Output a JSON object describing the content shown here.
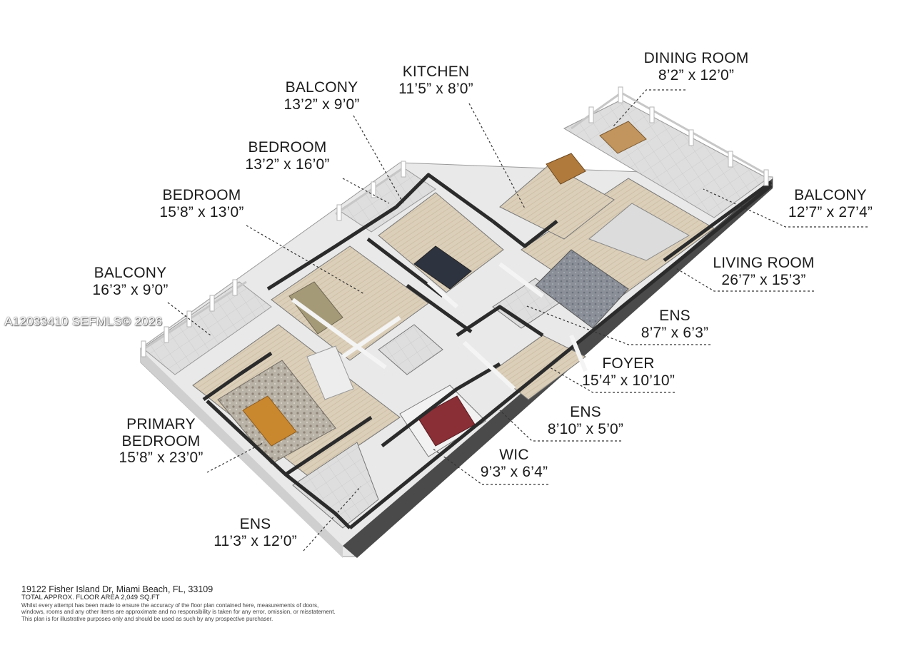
{
  "rooms": [
    {
      "id": "dining",
      "name": "DINING ROOM",
      "dims": "8’2” x 12’0”"
    },
    {
      "id": "kitchen",
      "name": "KITCHEN",
      "dims": "11’5” x 8’0”"
    },
    {
      "id": "balcony_top",
      "name": "BALCONY",
      "dims": "13’2” x 9’0”"
    },
    {
      "id": "bedroom_a",
      "name": "BEDROOM",
      "dims": "13’2” x 16’0”"
    },
    {
      "id": "bedroom_b",
      "name": "BEDROOM",
      "dims": "15’8” x 13’0”"
    },
    {
      "id": "balcony_right",
      "name": "BALCONY",
      "dims": "12’7” x 27’4”"
    },
    {
      "id": "living",
      "name": "LIVING ROOM",
      "dims": "26’7” x 15’3”"
    },
    {
      "id": "balcony_left",
      "name": "BALCONY",
      "dims": "16’3” x 9’0”"
    },
    {
      "id": "ens_a",
      "name": "ENS",
      "dims": "8’7” x 6’3”"
    },
    {
      "id": "foyer",
      "name": "FOYER",
      "dims": "15’4” x 10’10”"
    },
    {
      "id": "ens_b",
      "name": "ENS",
      "dims": "8’10” x 5’0”"
    },
    {
      "id": "primary",
      "name": "PRIMARY BEDROOM",
      "dims": "15’8” x 23’0”"
    },
    {
      "id": "wic",
      "name": "WIC",
      "dims": "9’3” x 6’4”"
    },
    {
      "id": "ens_c",
      "name": "ENS",
      "dims": "11’3” x 12’0”"
    }
  ],
  "primary_name_line1": "PRIMARY",
  "primary_name_line2": "BEDROOM",
  "watermark": "A12033410  SEFMLS© 2026",
  "footer": {
    "address": "19122 Fisher Island Dr, Miami Beach, FL, 33109",
    "area": "TOTAL APPROX. FLOOR AREA 2,049 SQ.FT",
    "disclaimer_1": "Whilst every attempt has been made to ensure the accuracy of the floor plan contained here, measurements of doors,",
    "disclaimer_2": "windows, rooms and any other items are approximate and no responsibility is taken for any error, omission, or misstatement.",
    "disclaimer_3": "This plan is for illustrative purposes only and should be used as such by any prospective purchaser."
  },
  "colors": {
    "floor_wood": "#d9ccb6",
    "wall_dark": "#2b2b2b",
    "wall_light": "#f0f0f0",
    "rug_grey": "#7d8490",
    "leader": "#333333"
  }
}
